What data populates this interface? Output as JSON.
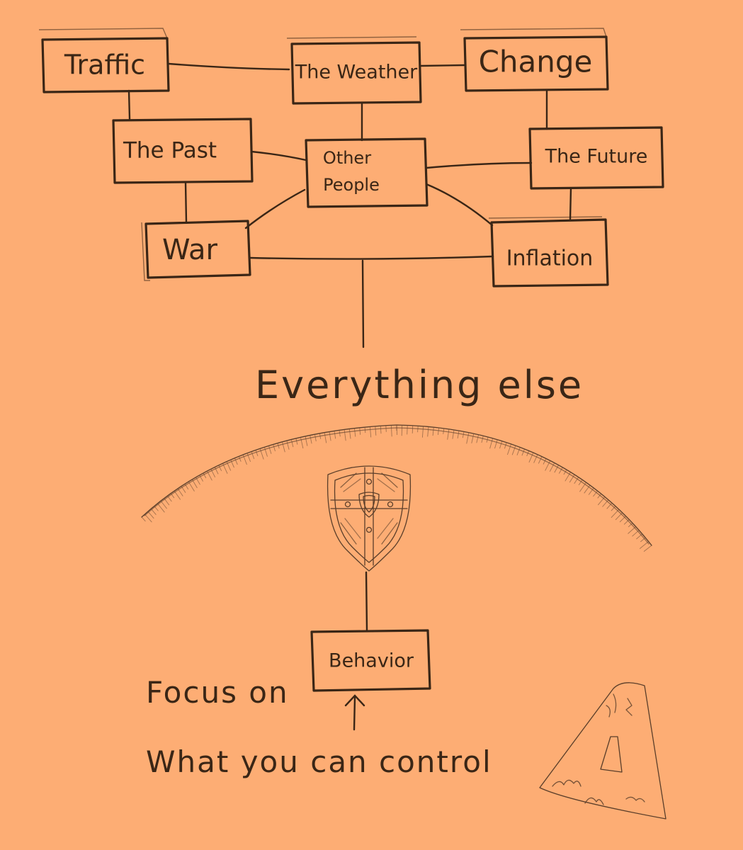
{
  "diagram": {
    "nodes": {
      "traffic": "Traffic",
      "weather": "The Weather",
      "change": "Change",
      "past": "The Past",
      "other_people_line1": "Other",
      "other_people_line2": "People",
      "future": "The Future",
      "war": "War",
      "inflation": "Inflation",
      "behavior": "Behavior"
    },
    "everything_else": "Everything else",
    "focus_line1": "Focus on",
    "focus_line2": "What you can control",
    "arrow_icon": "up-arrow-icon",
    "shield_icon": "shield-icon",
    "signature_icon": "triangle-a-logo-icon"
  },
  "colors": {
    "background": "#FDAD74",
    "ink": "#3a2616"
  }
}
